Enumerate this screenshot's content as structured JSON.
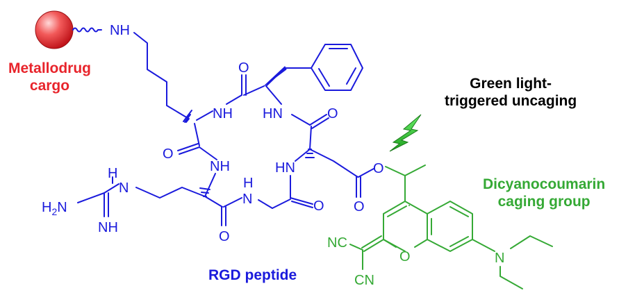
{
  "labels": {
    "cargo_line1": "Metallodrug",
    "cargo_line2": "cargo",
    "uncaging_line1": "Green light-",
    "uncaging_line2": "triggered uncaging",
    "caging_line1": "Dicyanocoumarin",
    "caging_line2": "caging group",
    "peptide": "RGD peptide"
  },
  "atoms": {
    "nh_linker": "NH",
    "nh_lys": "NH",
    "hn_phe": "HN",
    "nh_arg": "NH",
    "hn_asp": "HN",
    "h_gly": "H",
    "n_gly": "N",
    "o1": "O",
    "o2": "O",
    "o3": "O",
    "o4": "O",
    "o5": "O",
    "o6": "O",
    "o_ester": "O",
    "guan_h": "H",
    "guan_n": "N",
    "h2n": "H2N",
    "nh_imine": "NH",
    "nc": "NC",
    "cn": "CN",
    "o_ring": "O",
    "n_amine": "N"
  },
  "colors": {
    "red": "#e8242b",
    "blue": "#1a1adc",
    "green": "#35a935",
    "black": "#000000"
  },
  "icons": [
    "metallodrug-sphere-icon",
    "lightning-bolt-icon"
  ]
}
